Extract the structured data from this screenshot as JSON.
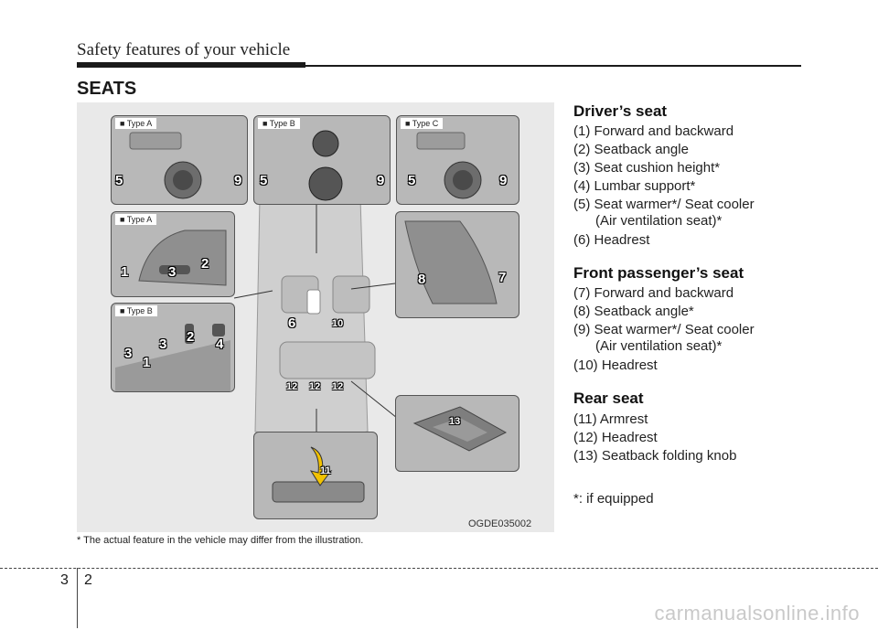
{
  "header": {
    "title": "Safety features of your vehicle"
  },
  "section_title": "SEATS",
  "figure": {
    "type_labels": {
      "top_a": "■ Type A",
      "top_b": "■ Type B",
      "top_c": "■ Type C",
      "side_a": "■ Type A",
      "side_b": "■ Type B"
    },
    "callouts": {
      "a5": "5",
      "a9": "9",
      "b5": "5",
      "b9": "9",
      "c5": "5",
      "c9": "9",
      "sa1": "1",
      "sa3": "3",
      "sa2": "2",
      "sb3a": "3",
      "sb3b": "3",
      "sb2": "2",
      "sb4": "4",
      "sb1": "1",
      "r8": "8",
      "r7": "7",
      "m6": "6",
      "m10": "10",
      "m12a": "12",
      "m12b": "12",
      "m12c": "12",
      "r13": "13",
      "m11": "11"
    },
    "code": "OGDE035002"
  },
  "footnote": "* The actual feature in the vehicle may differ from the illustration.",
  "drivers_seat": {
    "heading": "Driver’s seat",
    "items": [
      "(1) Forward and backward",
      "(2) Seatback angle",
      "(3) Seat cushion height*",
      "(4) Lumbar support*",
      "(5) Seat warmer*/ Seat cooler",
      "(Air ventilation seat)*",
      "(6) Headrest"
    ]
  },
  "passenger_seat": {
    "heading": "Front passenger’s seat",
    "items": [
      "(7) Forward and backward",
      "(8) Seatback angle*",
      "(9) Seat warmer*/ Seat cooler",
      "(Air ventilation seat)*",
      "(10) Headrest"
    ]
  },
  "rear_seat": {
    "heading": "Rear seat",
    "items": [
      "(11) Armrest",
      "(12) Headrest",
      "(13) Seatback folding knob"
    ]
  },
  "if_equipped_note": "*: if equipped",
  "page": {
    "chapter": "3",
    "number": "2"
  },
  "watermark": "carmanualsonline.info"
}
